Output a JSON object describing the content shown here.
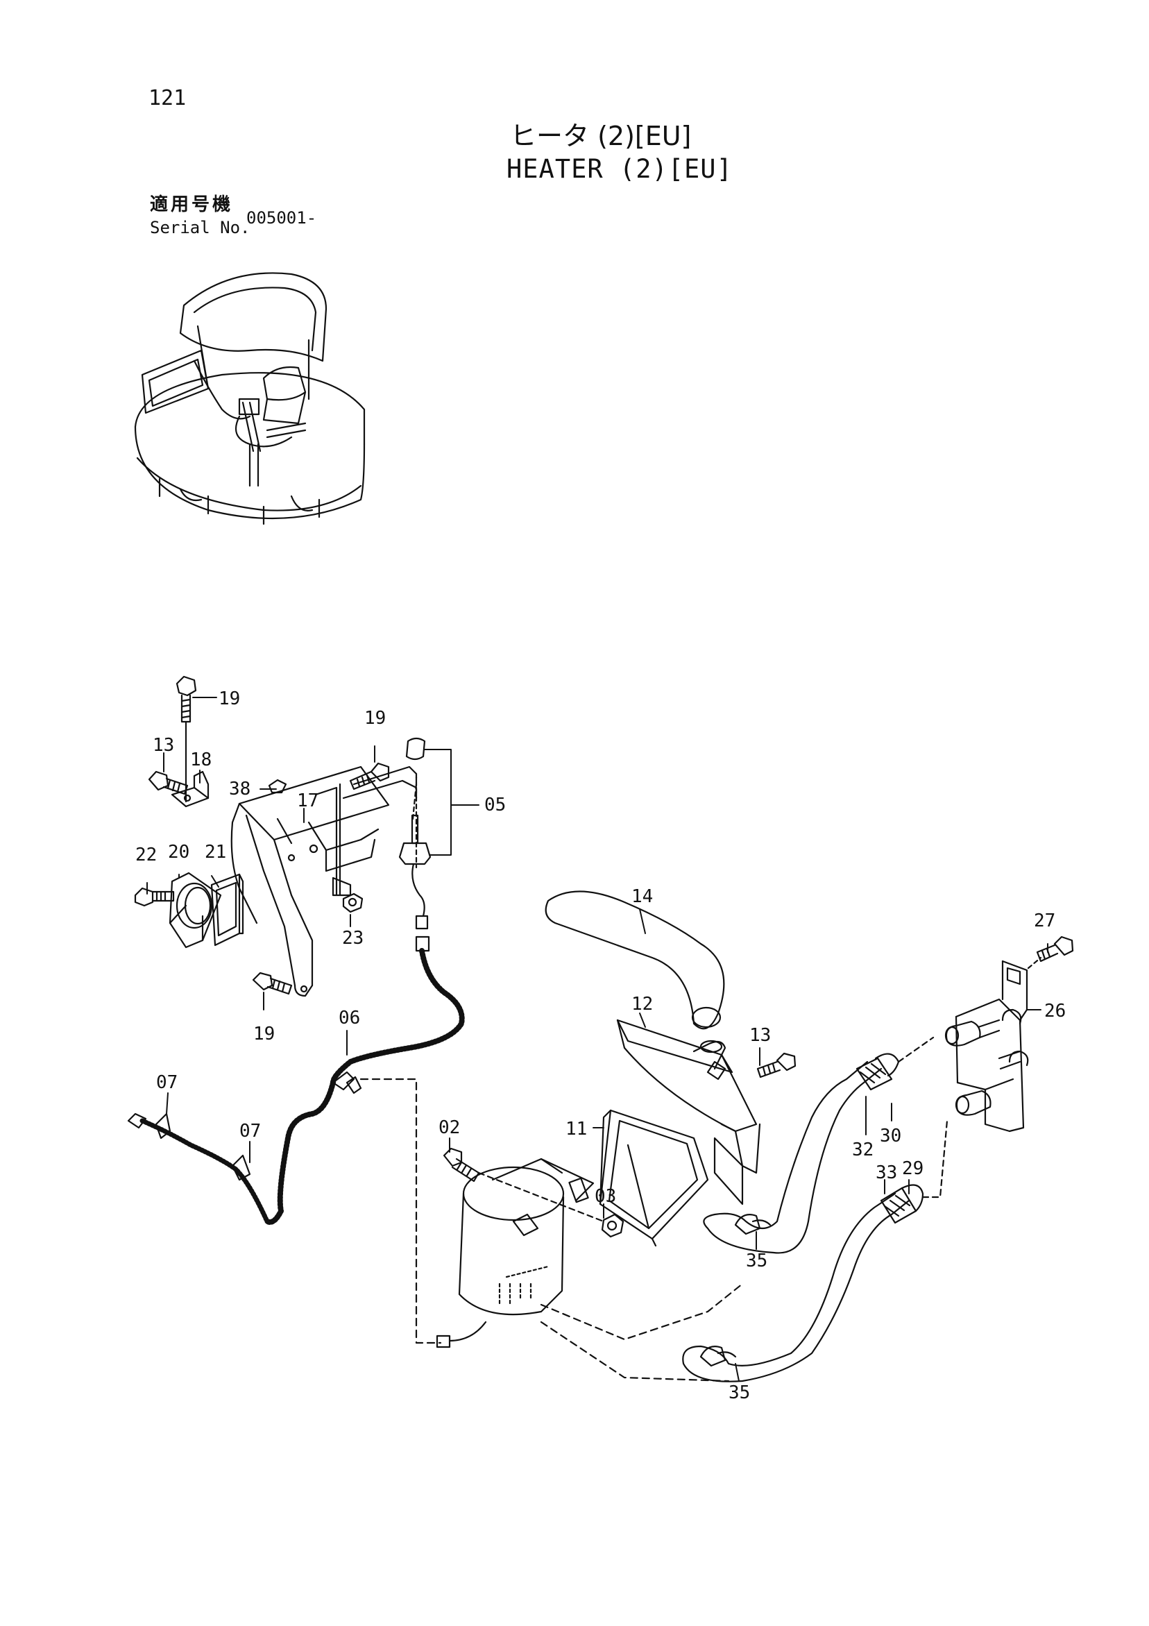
{
  "page_number": "121",
  "title_jp": "ヒータ (2)[EU]",
  "title_en": "HEATER (2)[EU]",
  "serial": {
    "label_jp": "適用号機",
    "label_en": "Serial No.",
    "value": "005001-"
  },
  "callouts": [
    {
      "id": "c19a",
      "label": "19"
    },
    {
      "id": "c13a",
      "label": "13"
    },
    {
      "id": "c18",
      "label": "18"
    },
    {
      "id": "c19b",
      "label": "19"
    },
    {
      "id": "c38",
      "label": "38"
    },
    {
      "id": "c17",
      "label": "17"
    },
    {
      "id": "c05",
      "label": "05"
    },
    {
      "id": "c22",
      "label": "22"
    },
    {
      "id": "c20",
      "label": "20"
    },
    {
      "id": "c21",
      "label": "21"
    },
    {
      "id": "c23",
      "label": "23"
    },
    {
      "id": "c19c",
      "label": "19"
    },
    {
      "id": "c14",
      "label": "14"
    },
    {
      "id": "c27",
      "label": "27"
    },
    {
      "id": "c26",
      "label": "26"
    },
    {
      "id": "c06",
      "label": "06"
    },
    {
      "id": "c12",
      "label": "12"
    },
    {
      "id": "c13b",
      "label": "13"
    },
    {
      "id": "c07a",
      "label": "07"
    },
    {
      "id": "c07b",
      "label": "07"
    },
    {
      "id": "c02",
      "label": "02"
    },
    {
      "id": "c11",
      "label": "11"
    },
    {
      "id": "c32",
      "label": "32"
    },
    {
      "id": "c30",
      "label": "30"
    },
    {
      "id": "c33",
      "label": "33"
    },
    {
      "id": "c29",
      "label": "29"
    },
    {
      "id": "c03",
      "label": "03"
    },
    {
      "id": "c35a",
      "label": "35"
    },
    {
      "id": "c35b",
      "label": "35"
    }
  ]
}
